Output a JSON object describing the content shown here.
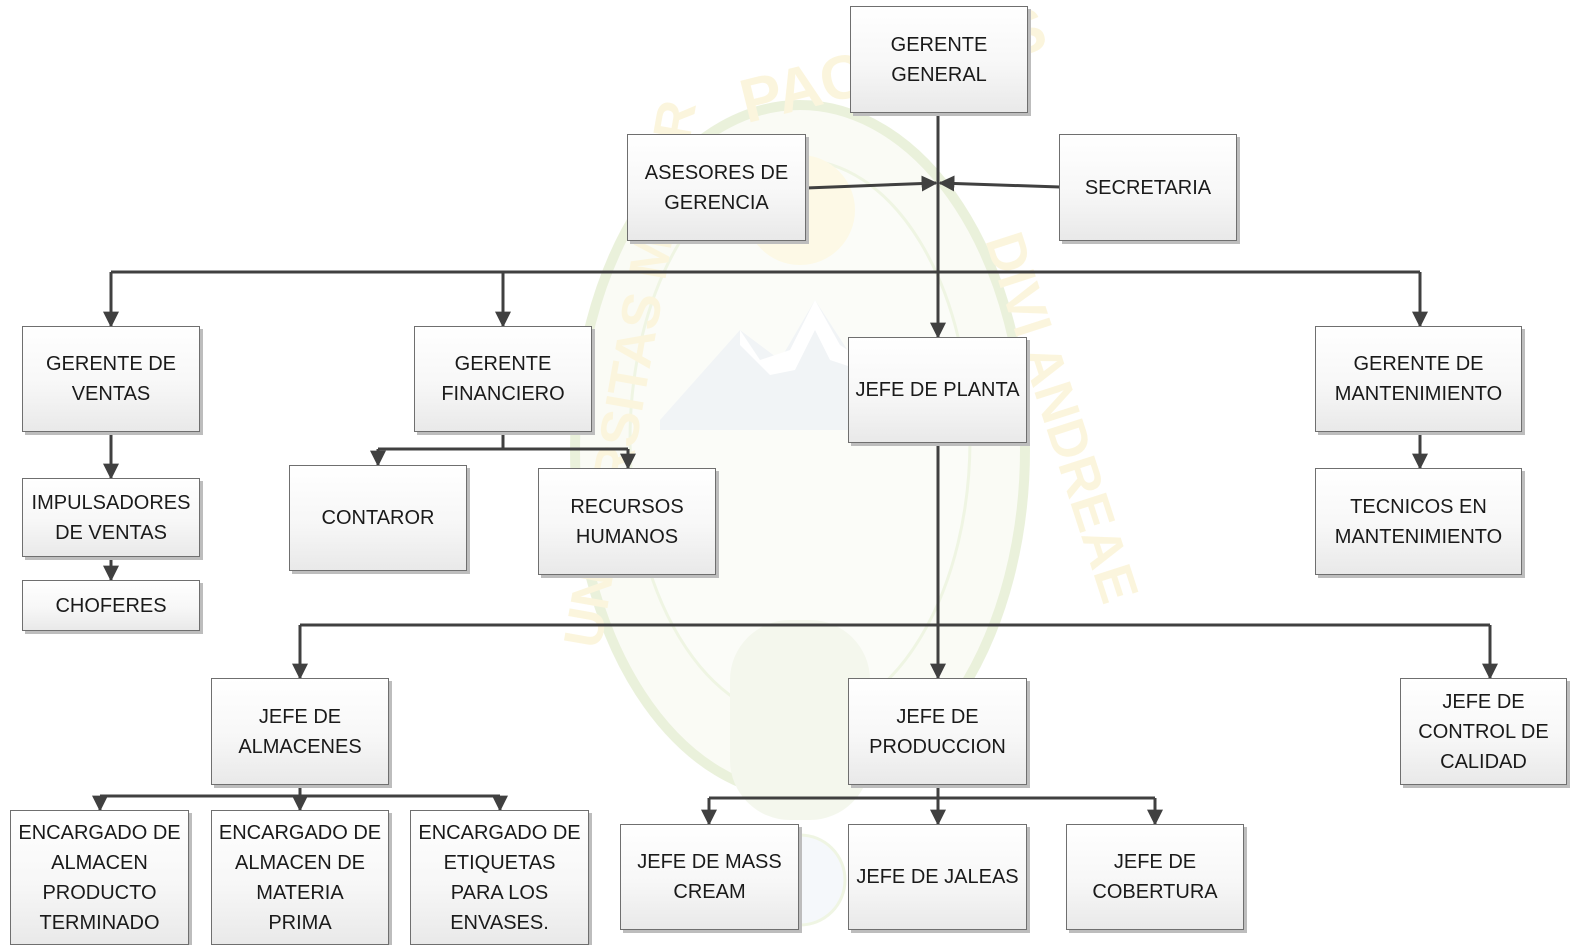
{
  "org_chart": {
    "gerente_general": "GERENTE\nGENERAL",
    "asesores": "ASESORES DE\nGERENCIA",
    "secretaria": "SECRETARIA",
    "gerente_ventas": "GERENTE DE\nVENTAS",
    "impulsadores": "IMPULSADORES\nDE VENTAS",
    "choferes": "CHOFERES",
    "gerente_financiero": "GERENTE\nFINANCIERO",
    "contador": "CONTAROR",
    "recursos_humanos": "RECURSOS\nHUMANOS",
    "jefe_planta": "JEFE DE PLANTA",
    "gerente_mantenimiento": "GERENTE DE\nMANTENIMIENTO",
    "tecnicos_mantenimiento": "TECNICOS EN\nMANTENIMIENTO",
    "jefe_almacenes": "JEFE DE\nALMACENES",
    "jefe_produccion": "JEFE DE\nPRODUCCION",
    "jefe_control_calidad": "JEFE DE\nCONTROL DE\nCALIDAD",
    "encargado_producto_terminado": "ENCARGADO DE\nALMACEN\nPRODUCTO\nTERMINADO",
    "encargado_materia_prima": "ENCARGADO DE\nALMACEN DE\nMATERIA\nPRIMA",
    "encargado_etiquetas": "ENCARGADO DE\nETIQUETAS\nPARA LOS\nENVASES.",
    "jefe_mass_cream": "JEFE DE MASS\nCREAM",
    "jefe_jaleas": "JEFE DE JALEAS",
    "jefe_cobertura": "JEFE DE\nCOBERTURA"
  },
  "colors": {
    "connector": "#404040",
    "box_border": "#6f6f6f",
    "watermark_text": "#f7e7a8",
    "watermark_outline": "#c9dba3"
  },
  "watermark": {
    "text_left": "UNIVERSITAS MAIOR",
    "text_top": "PACENSIS",
    "text_right": "DIVI ANDREAE"
  }
}
